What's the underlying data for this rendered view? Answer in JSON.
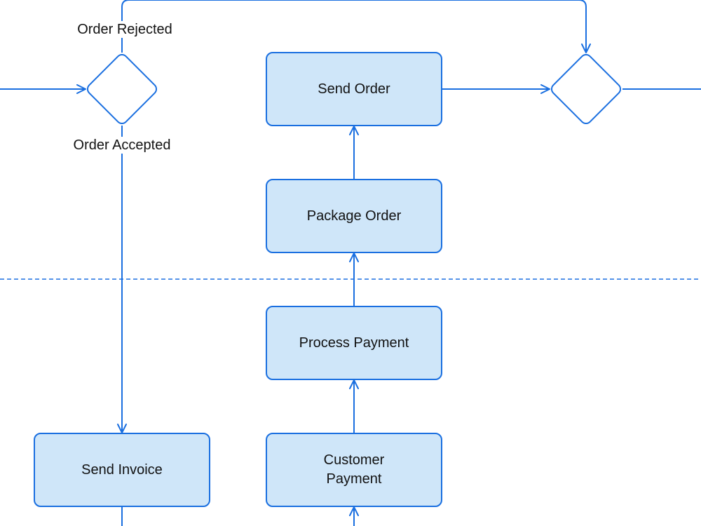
{
  "diagram": {
    "colors": {
      "stroke": "#1a6fe0",
      "task_fill": "#cfe6f9",
      "text": "#111111",
      "background": "#ffffff"
    },
    "tasks": {
      "send_order": "Send Order",
      "package_order": "Package Order",
      "process_payment": "Process Payment",
      "customer_payment": "Customer Payment",
      "send_invoice": "Send Invoice"
    },
    "flow_labels": {
      "order_rejected": "Order Rejected",
      "order_accepted": "Order Accepted"
    },
    "gateways": [
      "decision-gateway",
      "merge-gateway"
    ],
    "lane_divider": "dashed"
  }
}
